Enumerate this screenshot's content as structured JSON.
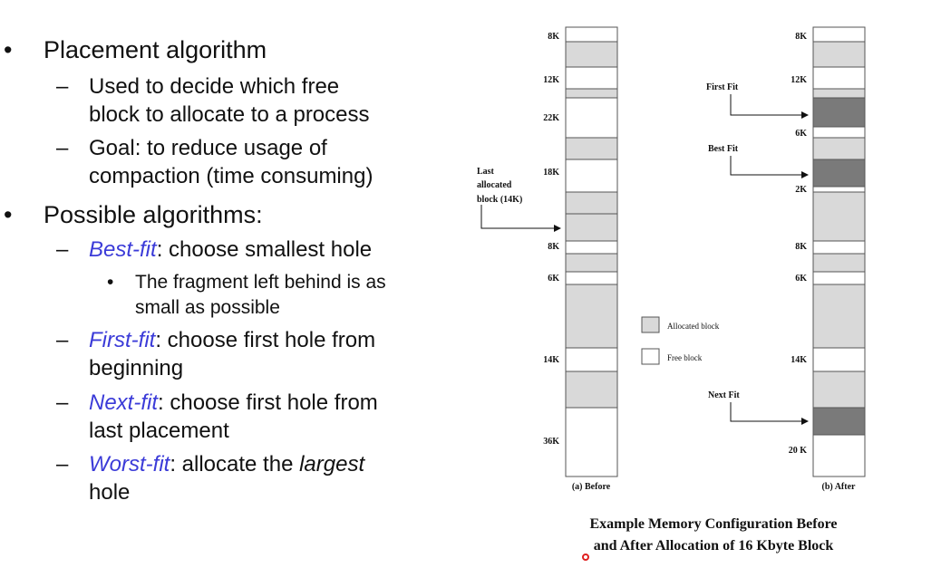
{
  "slide": {
    "colors": {
      "emphasis": "#3b3bd8",
      "allocated": "#d9d9d9",
      "new_block": "#7a7a7a",
      "free": "#ffffff"
    },
    "bullets": [
      {
        "marker": "•",
        "text": "Placement algorithm"
      },
      {
        "marker": "–",
        "text": "Used to decide which free"
      },
      {
        "text": "block to allocate to a process"
      },
      {
        "marker": "–",
        "text": "Goal: to reduce usage of"
      },
      {
        "text": "compaction (time consuming)"
      },
      {
        "marker": "•",
        "text": "Possible algorithms:"
      },
      {
        "marker": "–",
        "em": "Best-fit",
        "rest": ": choose smallest hole"
      },
      {
        "marker": "•",
        "text": "The fragment left behind is as"
      },
      {
        "text": "small as possible"
      },
      {
        "marker": "–",
        "em": "First-fit",
        "rest": ": choose first hole from"
      },
      {
        "text": "beginning"
      },
      {
        "marker": "–",
        "em": "Next-fit",
        "rest": ": choose first hole from"
      },
      {
        "text": "last placement"
      },
      {
        "marker": "–",
        "em": "Worst-fit",
        "rest": ": allocate the ",
        "italic": "largest"
      },
      {
        "text": "hole"
      }
    ]
  },
  "figure": {
    "before_caption": "(a) Before",
    "after_caption": "(b) After",
    "before_labels": [
      "8K",
      "12K",
      "22K",
      "18K",
      "8K",
      "6K",
      "14K",
      "36K"
    ],
    "after_labels": [
      "8K",
      "12K",
      "6K",
      "2K",
      "8K",
      "6K",
      "14K",
      "20 K"
    ],
    "pointers": {
      "last_allocated": [
        "Last",
        "allocated",
        "block (14K)"
      ],
      "first_fit": "First Fit",
      "best_fit": "Best Fit",
      "next_fit": "Next Fit"
    },
    "legend": {
      "allocated": "Allocated block",
      "free": "Free block"
    },
    "caption": [
      "Example Memory Configuration Before",
      "and After Allocation of 16 Kbyte Block"
    ]
  }
}
